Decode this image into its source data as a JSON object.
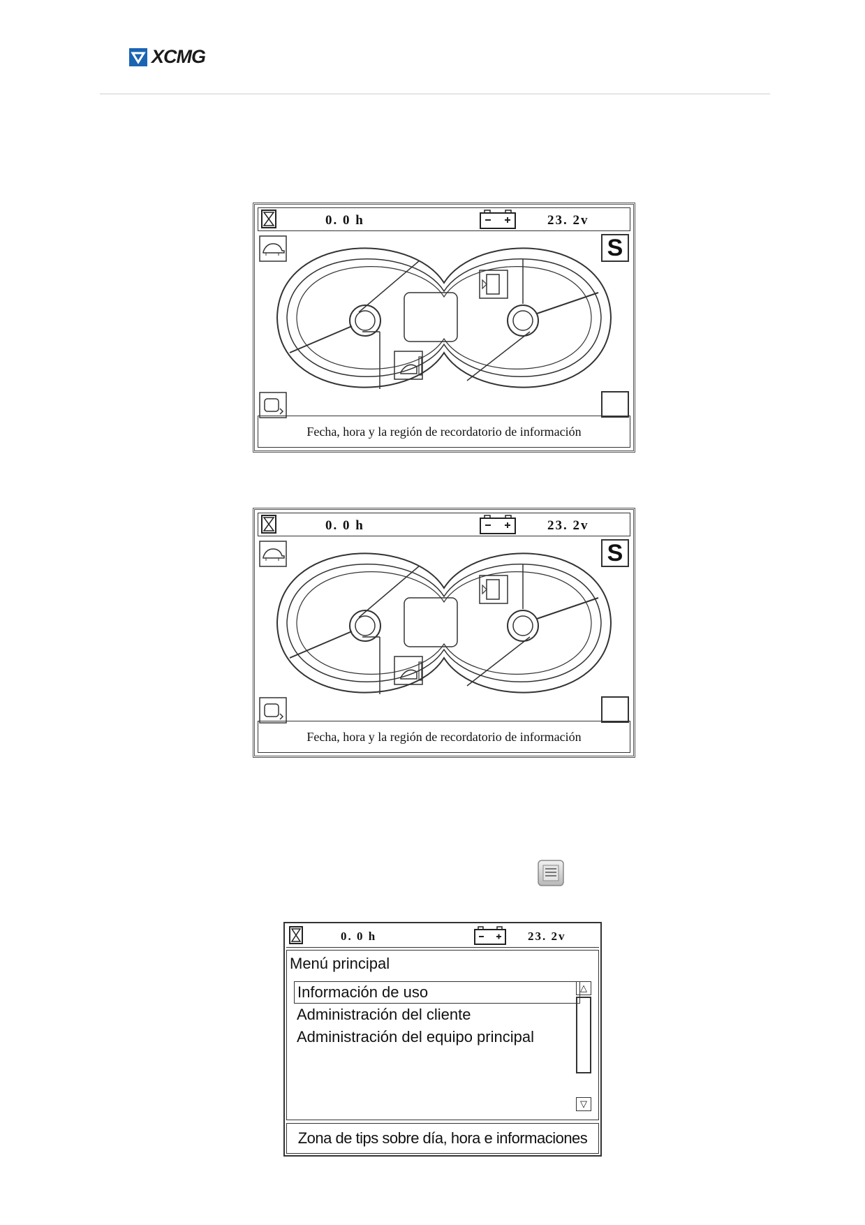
{
  "brand": {
    "logo_text": "XCMG",
    "brand_color": "#1a64b4"
  },
  "screens": [
    {
      "hours": "0. 0  h",
      "voltage": "23. 2v",
      "mode": "S",
      "info": "Fecha, hora y la región de recordatorio de información"
    },
    {
      "hours": "0. 0  h",
      "voltage": "23. 2v",
      "mode": "S",
      "info": "Fecha, hora y la región de recordatorio de información"
    }
  ],
  "menu_screen": {
    "hours": "0. 0  h",
    "voltage": "23. 2v",
    "title": "Menú principal",
    "items": [
      "Información de uso",
      "Administración del cliente",
      "Administración del equipo principal"
    ],
    "selected_index": 0,
    "scroll_up": "△",
    "scroll_down": "▽",
    "info": "Zona de tips sobre día, hora e informaciones"
  }
}
